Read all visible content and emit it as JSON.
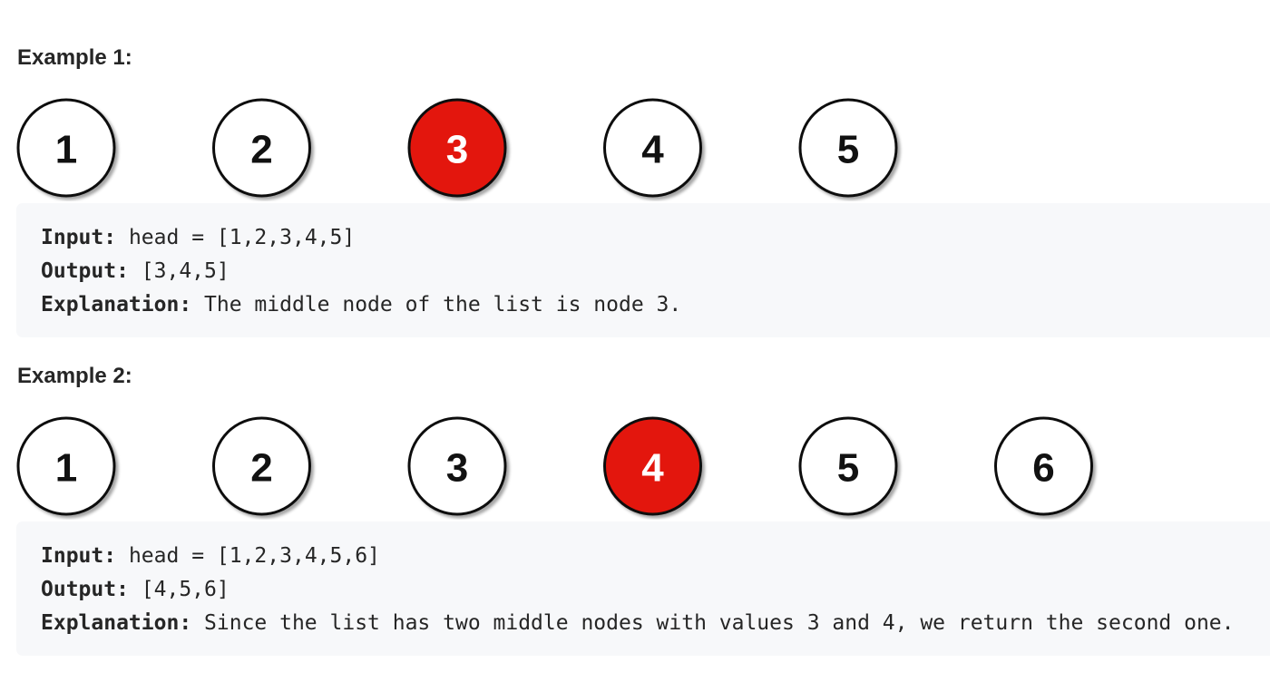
{
  "examples": [
    {
      "title": "Example 1:",
      "nodes": [
        "1",
        "2",
        "3",
        "4",
        "5"
      ],
      "highlight_index": 2,
      "input_label": "Input:",
      "input_value": "head = [1,2,3,4,5]",
      "output_label": "Output:",
      "output_value": "[3,4,5]",
      "explanation_label": "Explanation:",
      "explanation_value": "The middle node of the list is node 3."
    },
    {
      "title": "Example 2:",
      "nodes": [
        "1",
        "2",
        "3",
        "4",
        "5",
        "6"
      ],
      "highlight_index": 3,
      "input_label": "Input:",
      "input_value": "head = [1,2,3,4,5,6]",
      "output_label": "Output:",
      "output_value": "[4,5,6]",
      "explanation_label": "Explanation:",
      "explanation_value": "Since the list has two middle nodes with values 3 and 4, we return the second one."
    }
  ],
  "colors": {
    "highlight_fill": "#e3160a",
    "node_fill": "#ffffff",
    "node_stroke": "#111111",
    "code_background": "#f7f8fa"
  }
}
